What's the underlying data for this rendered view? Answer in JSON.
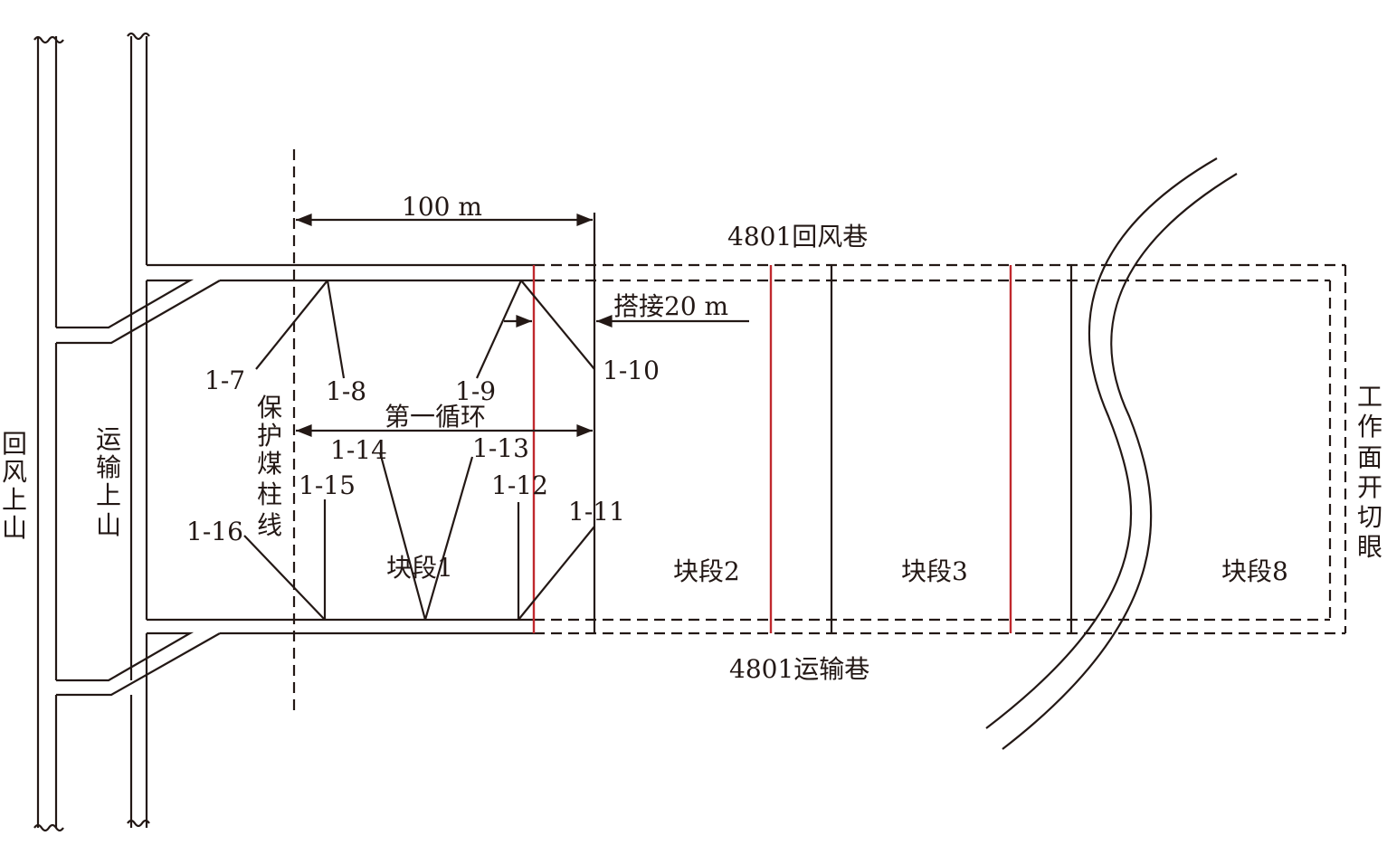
{
  "labels": {
    "return_incline": [
      "回",
      "风",
      "上",
      "山"
    ],
    "transport_incline": [
      "运",
      "输",
      "上",
      "山"
    ],
    "pillar_line": [
      "保",
      "护",
      "煤",
      "柱",
      "线"
    ],
    "face_cut": [
      "工",
      "作",
      "面",
      "开",
      "切",
      "眼"
    ],
    "return_roadway": "4801回风巷",
    "transport_roadway": "4801运输巷",
    "length": "100 m",
    "overlap": "搭接20 m",
    "first_cycle": "第一循环",
    "block1": "块段1",
    "block2": "块段2",
    "block3": "块段3",
    "block8": "块段8"
  },
  "boreholes": [
    "1-7",
    "1-8",
    "1-9",
    "1-10",
    "1-11",
    "1-12",
    "1-13",
    "1-14",
    "1-15",
    "1-16"
  ],
  "colors": {
    "line": "#231815",
    "block_boundary": "#c0282d"
  }
}
